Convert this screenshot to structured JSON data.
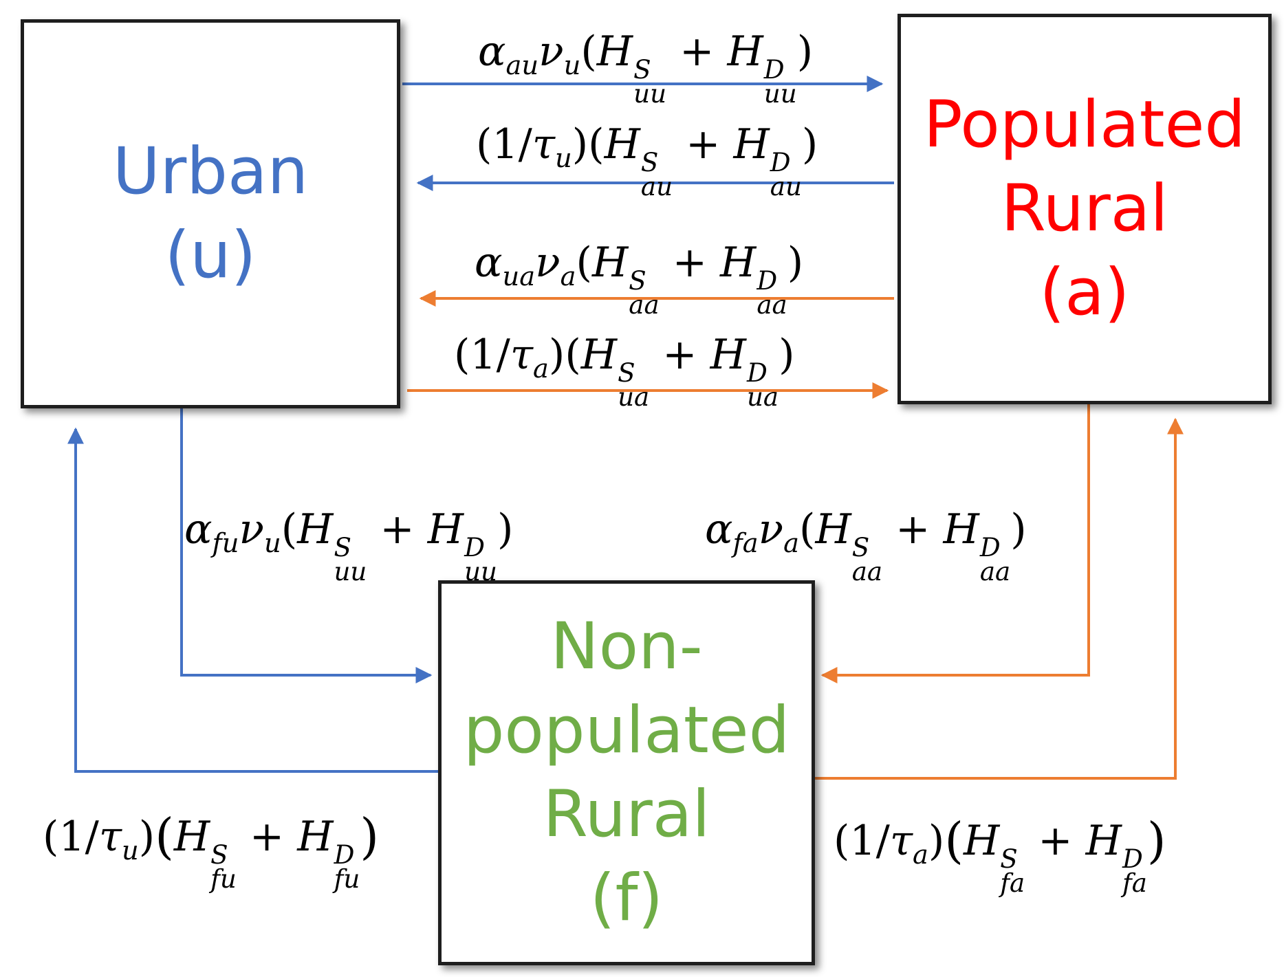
{
  "nodes": {
    "urban": {
      "line1": "Urban",
      "line2": "(u)",
      "color": "#4472c4"
    },
    "populated_rural": {
      "line1": "Populated",
      "line2": "Rural",
      "line3": "(a)",
      "color": "#ff0000"
    },
    "non_populated_rural": {
      "line1": "Non-",
      "line2": "populated",
      "line3": "Rural",
      "line4": "(f)",
      "color": "#70ad47"
    }
  },
  "edges": {
    "u_to_a": {
      "coef": "α",
      "coef_sub": "au",
      "rate": "ν",
      "rate_sub": "u",
      "h_sup1": "S",
      "h_sub1": "uu",
      "h_sup2": "D",
      "h_sub2": "uu"
    },
    "a_to_u_return": {
      "num": "1",
      "tau": "τ",
      "tau_sub": "u",
      "h_sup1": "S",
      "h_sub1": "au",
      "h_sup2": "D",
      "h_sub2": "au"
    },
    "a_to_u": {
      "coef": "α",
      "coef_sub": "ua",
      "rate": "ν",
      "rate_sub": "a",
      "h_sup1": "S",
      "h_sub1": "aa",
      "h_sup2": "D",
      "h_sub2": "aa"
    },
    "u_to_a_return": {
      "num": "1",
      "tau": "τ",
      "tau_sub": "a",
      "h_sup1": "S",
      "h_sub1": "ua",
      "h_sup2": "D",
      "h_sub2": "ua"
    },
    "u_to_f": {
      "coef": "α",
      "coef_sub": "fu",
      "rate": "ν",
      "rate_sub": "u",
      "h_sup1": "S",
      "h_sub1": "uu",
      "h_sup2": "D",
      "h_sub2": "uu"
    },
    "a_to_f": {
      "coef": "α",
      "coef_sub": "fa",
      "rate": "ν",
      "rate_sub": "a",
      "h_sup1": "S",
      "h_sub1": "aa",
      "h_sup2": "D",
      "h_sub2": "aa"
    },
    "f_to_u_return": {
      "num": "1",
      "tau": "τ",
      "tau_sub": "u",
      "h_sup1": "S",
      "h_sub1": "fu",
      "h_sup2": "D",
      "h_sub2": "fu"
    },
    "f_to_a_return": {
      "num": "1",
      "tau": "τ",
      "tau_sub": "a",
      "h_sup1": "S",
      "h_sub1": "fa",
      "h_sup2": "D",
      "h_sub2": "fa"
    }
  },
  "colors": {
    "urban_flow": "#4472c4",
    "rural_flow": "#ed7d31",
    "border": "#1e1e1e"
  }
}
